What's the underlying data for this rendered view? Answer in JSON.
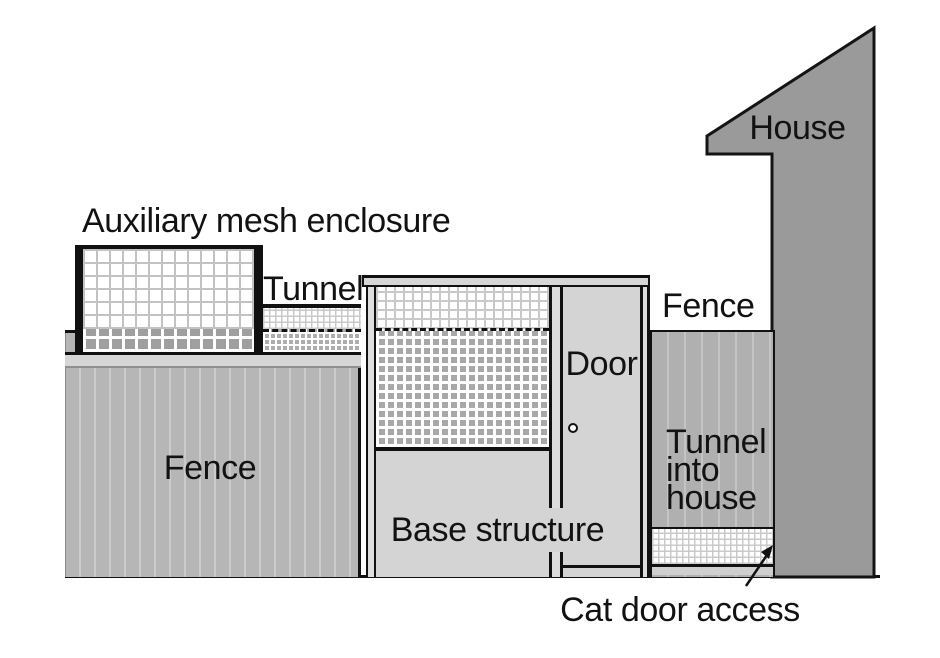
{
  "diagram": {
    "title_implicit": "Outdoor cat enclosure side view",
    "labels": {
      "auxiliary_enclosure": "Auxiliary mesh enclosure",
      "tunnel": "Tunnel",
      "house": "House",
      "fence_left": "Fence",
      "fence_right": "Fence",
      "door": "Door",
      "tunnel_into_house": "Tunnel\ninto\nhouse",
      "base_structure": "Base structure",
      "cat_door_access": "Cat door access"
    },
    "colors": {
      "background": "#ffffff",
      "outline": "#111111",
      "house_fill": "#9a9a9a",
      "fence_left_fill": "#b6b6b6",
      "fence_right_fill": "#b0b0b0",
      "panel_fill": "#d4d4d4",
      "rail_fill": "#d6d6d6",
      "mesh_line": "#c4c4c4",
      "mesh_dark_fill": "#a8a8a8"
    }
  }
}
